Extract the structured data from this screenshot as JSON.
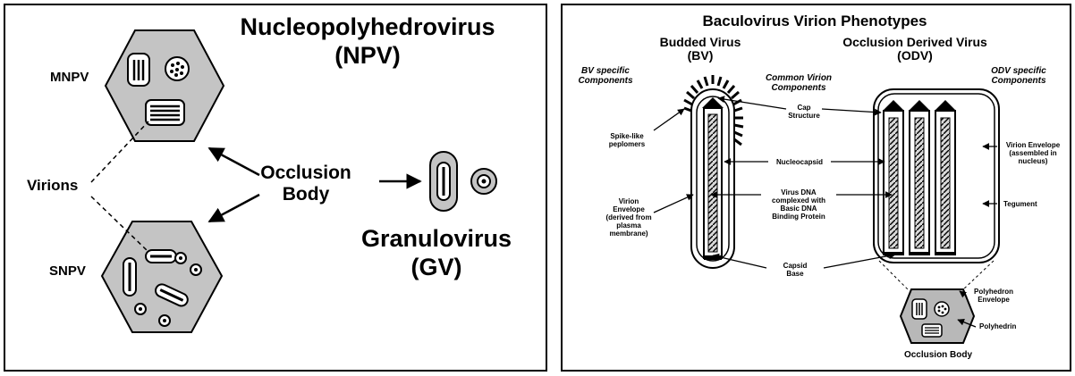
{
  "left_panel": {
    "title_line1": "Nucleopolyhedrovirus",
    "title_line2": "(NPV)",
    "mnpv": "MNPV",
    "snpv": "SNPV",
    "virions": "Virions",
    "occlusion_body_line1": "Occlusion",
    "occlusion_body_line2": "Body",
    "granulovirus_line1": "Granulovirus",
    "granulovirus_line2": "(GV)"
  },
  "right_panel": {
    "title": "Baculovirus Virion Phenotypes",
    "bv_header_line1": "Budded Virus",
    "bv_header_line2": "(BV)",
    "odv_header_line1": "Occlusion Derived Virus",
    "odv_header_line2": "(ODV)",
    "bv_specific_line1": "BV specific",
    "bv_specific_line2": "Components",
    "common_line1": "Common Virion",
    "common_line2": "Components",
    "odv_specific_line1": "ODV specific",
    "odv_specific_line2": "Components",
    "spike_line1": "Spike-like",
    "spike_line2": "peplomers",
    "bv_env_line1": "Virion",
    "bv_env_line2": "Envelope",
    "bv_env_line3": "(derived from",
    "bv_env_line4": "plasma",
    "bv_env_line5": "membrane)",
    "cap_line1": "Cap",
    "cap_line2": "Structure",
    "nucleocapsid": "Nucleocapsid",
    "dna_line1": "Virus DNA",
    "dna_line2": "complexed with",
    "dna_line3": "Basic DNA",
    "dna_line4": "Binding Protein",
    "capsid_base_line1": "Capsid",
    "capsid_base_line2": "Base",
    "odv_env_line1": "Virion Envelope",
    "odv_env_line2": "(assembled in",
    "odv_env_line3": "nucleus)",
    "tegument": "Tegument",
    "polyhedron_env_line1": "Polyhedron",
    "polyhedron_env_line2": "Envelope",
    "polyhedrin": "Polyhedrin",
    "occlusion_body": "Occlusion Body"
  }
}
